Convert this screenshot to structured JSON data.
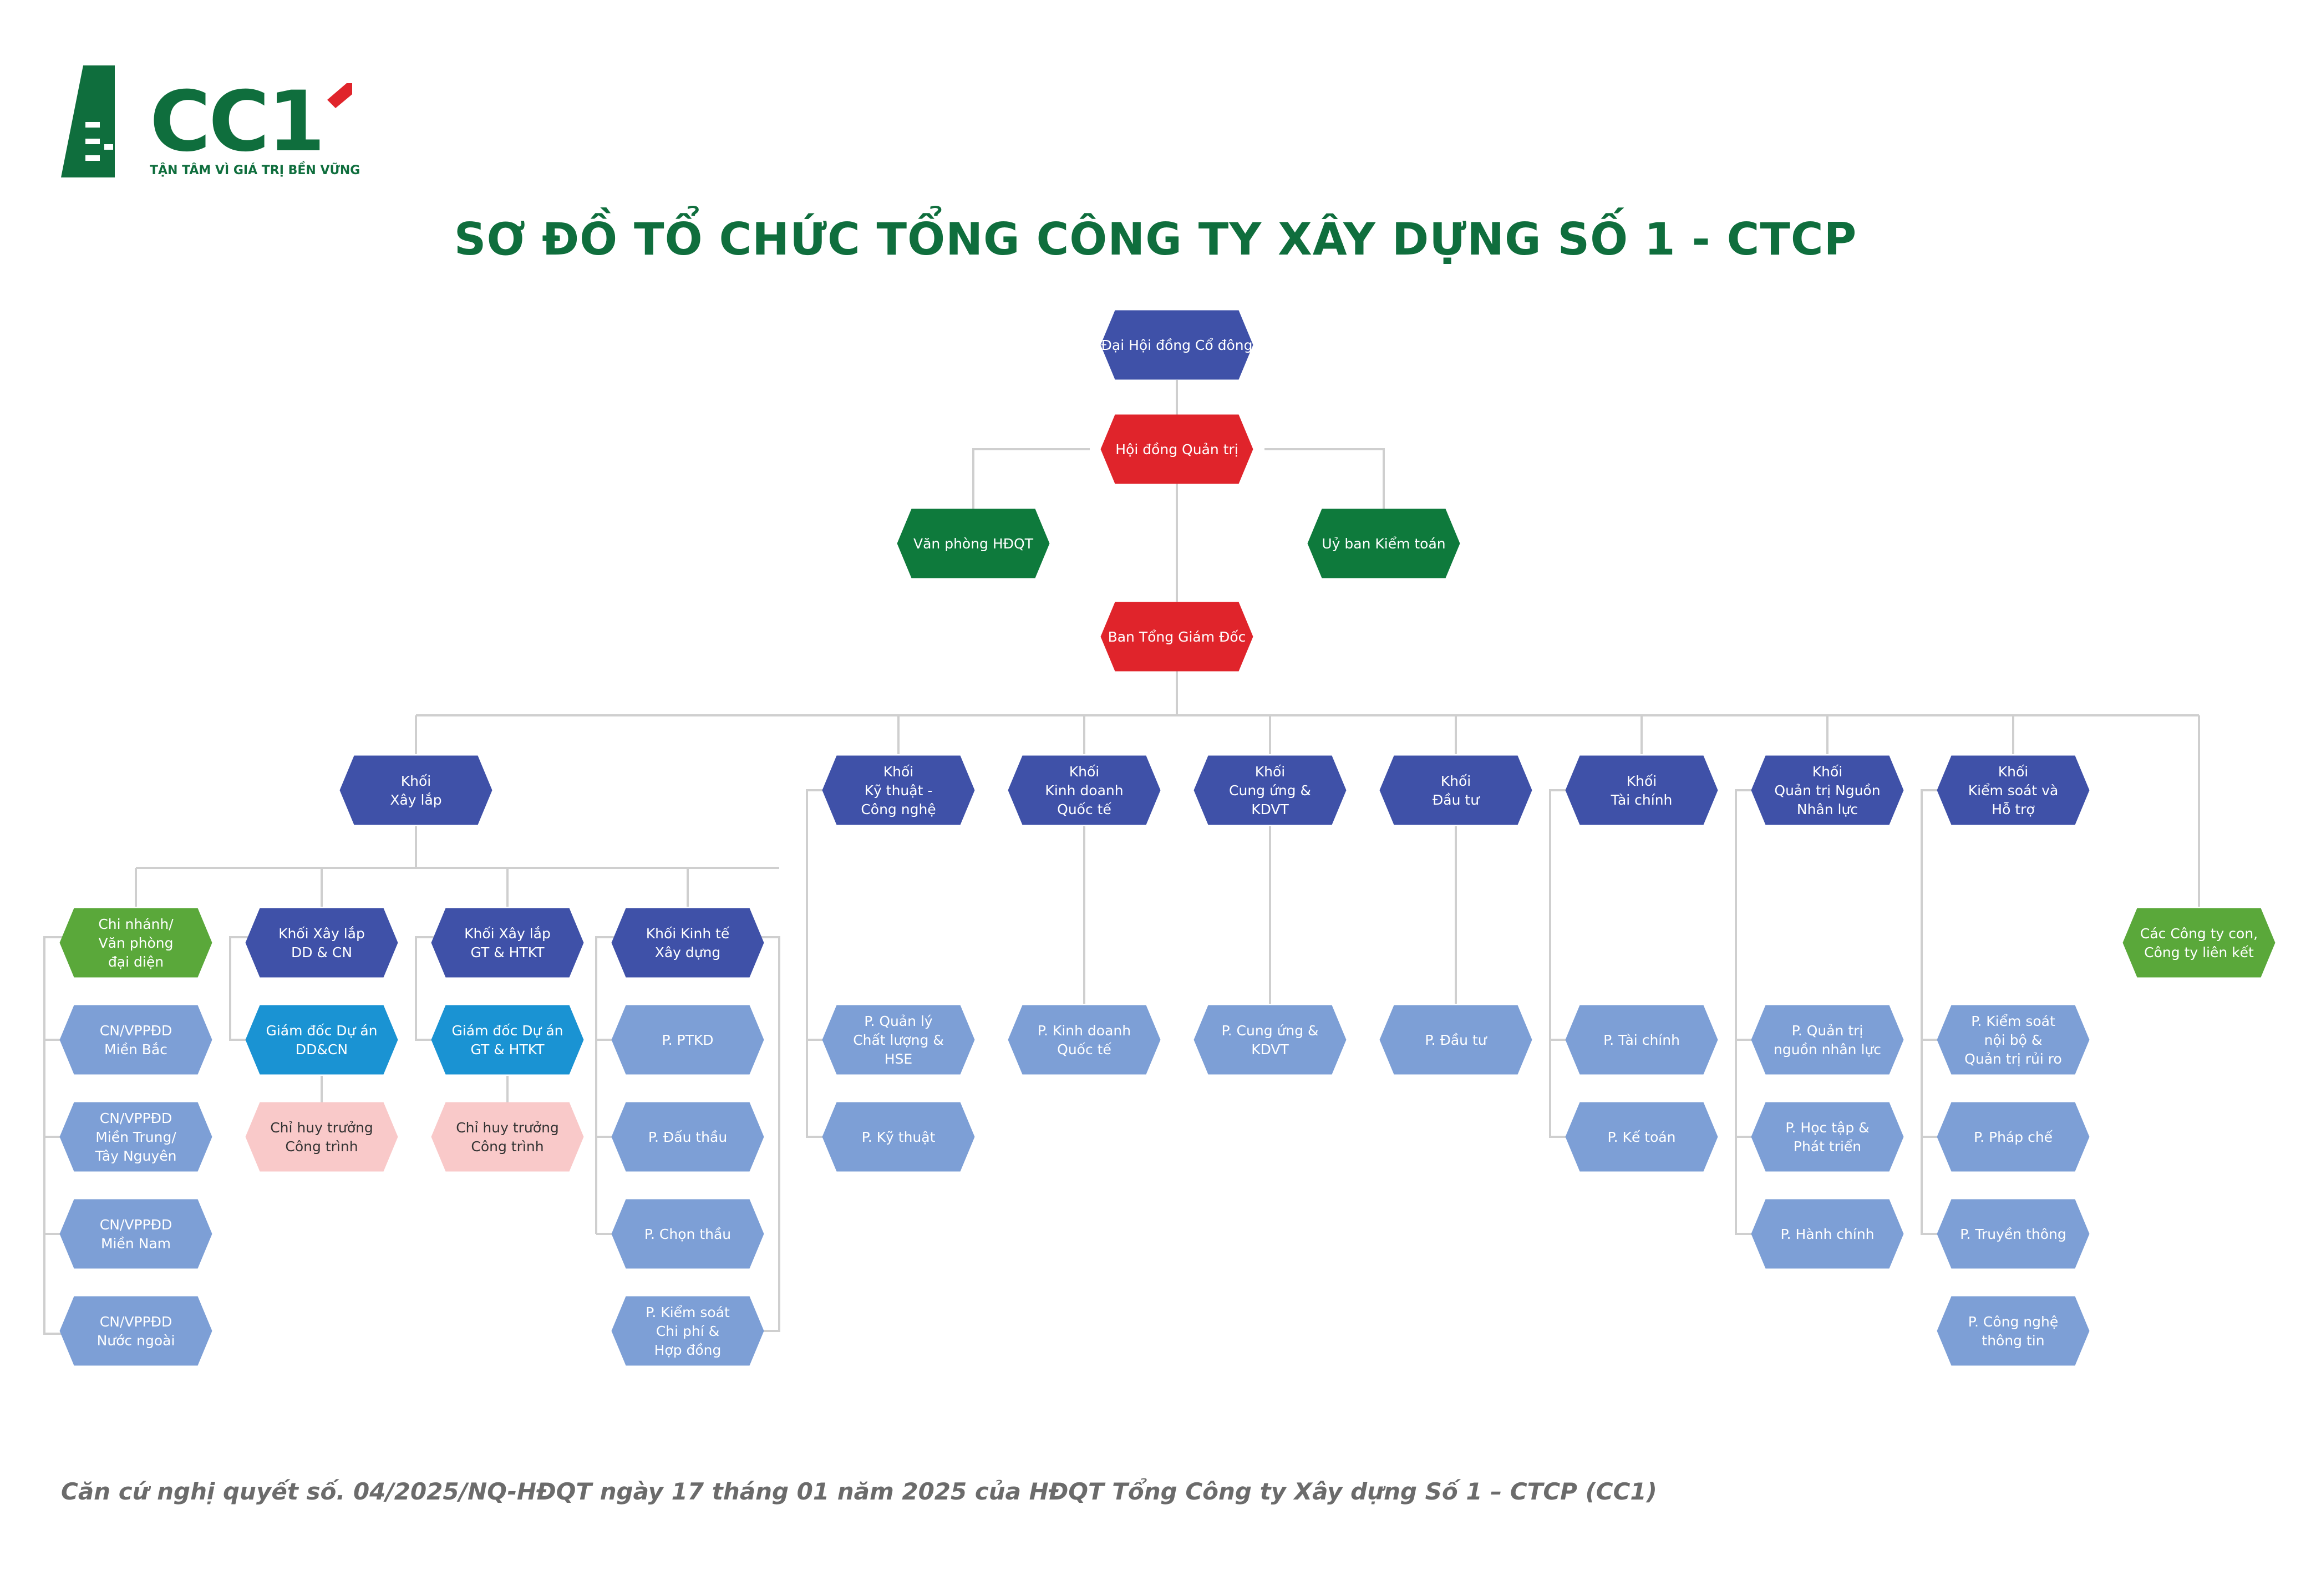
{
  "logo": {
    "text": "CC1",
    "slogan": "TẬN TÂM VÌ GIÁ TRỊ BỀN VỮNG",
    "colors": {
      "green": "#0f6e3d",
      "red": "#e0242b"
    }
  },
  "title": "SƠ ĐỒ TỔ CHỨC TỔNG CÔNG TY XÂY DỰNG SỐ 1 - CTCP",
  "footnote": "Căn cứ nghị quyết số. 04/2025/NQ-HĐQT ngày 17 tháng 01 năm 2025 của HĐQT Tổng Công ty Xây dựng Số 1 – CTCP (CC1)",
  "colors": {
    "title": "#0f6e3d",
    "dark_blue": "#3f51a8",
    "light_blue": "#7d9fd6",
    "red": "#e0242b",
    "dark_green": "#0e7a3c",
    "light_green": "#5aa83a",
    "cyan": "#1a93d3",
    "pink": "#f9c9c9",
    "line": "#cfcfcf"
  },
  "nodes": {
    "dhdcd": "Đại Hội đồng Cổ đông",
    "hdqt": "Hội đồng Quản trị",
    "vp_hdqt": "Văn phòng HĐQT",
    "ubkt": "Uỷ ban Kiểm toán",
    "btgd": "Ban Tổng Giám Đốc",
    "k_xaylap": "Khối\nXây lắp",
    "k_kythuat": "Khối\nKỹ thuật -\nCông nghệ",
    "k_kinhdoanh": "Khối\nKinh doanh\nQuốc tế",
    "k_cungung": "Khối\nCung ứng &\nKDVT",
    "k_dautu": "Khối\nĐầu tư",
    "k_taichinh": "Khối\nTài chính",
    "k_nhanluc": "Khối\nQuản trị Nguồn\nNhân lực",
    "k_kiemsoat": "Khối\nKiểm soát và\nHỗ trợ",
    "cty_con": "Các Công ty con,\nCông ty liên kết",
    "cn_vp": "Chi nhánh/\nVăn phòng\nđại diện",
    "k_xl_ddcn": "Khối Xây lắp\nDD & CN",
    "k_xl_gt": "Khối Xây lắp\nGT & HTKT",
    "k_kinhte": "Khối Kinh tế\nXây dựng",
    "cn_bac": "CN/VPPĐD\nMiền Bắc",
    "cn_trung": "CN/VPPĐD\nMiền Trung/\nTây Nguyên",
    "cn_nam": "CN/VPPĐD\nMiền Nam",
    "cn_nn": "CN/VPPĐD\nNước ngoài",
    "gd_ddcn": "Giám đốc Dự án\nDD&CN",
    "gd_gt": "Giám đốc Dự án\nGT & HTKT",
    "ch_ddcn": "Chỉ huy trưởng\nCông trình",
    "ch_gt": "Chỉ huy trưởng\nCông trình",
    "p_ptkd": "P. PTKD",
    "p_dauthau": "P. Đấu thầu",
    "p_chonthau": "P. Chọn thầu",
    "p_kscp": "P. Kiểm soát\nChi phí &\nHợp đồng",
    "p_qlcl": "P. Quản lý\nChất lượng &\nHSE",
    "p_kythuat": "P. Kỹ thuật",
    "p_kdqt": "P. Kinh doanh\nQuốc tế",
    "p_cungung": "P. Cung ứng &\nKDVT",
    "p_dautu": "P. Đầu tư",
    "p_taichinh": "P. Tài chính",
    "p_ketoan": "P. Kế toán",
    "p_qtnl": "P. Quản trị\nnguồn nhân lực",
    "p_hoctap": "P. Học tập &\nPhát triển",
    "p_hanhchinh": "P. Hành chính",
    "p_ksnb": "P. Kiểm soát\nnội bộ &\nQuản trị rủi ro",
    "p_phapche": "P. Pháp chế",
    "p_truyenthong": "P. Truyền thông",
    "p_cntt": "P. Công nghệ\nthông tin"
  }
}
